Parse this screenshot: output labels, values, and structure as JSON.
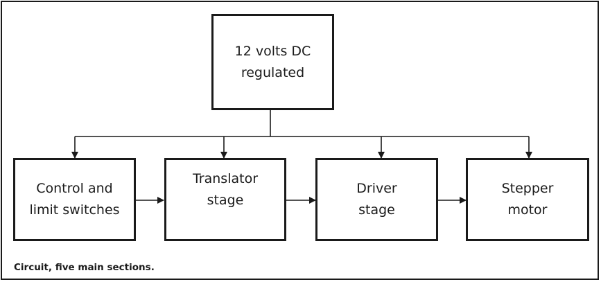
{
  "blocks": {
    "power": "12 volts DC\nregulated",
    "control": "Control and\nlimit switches",
    "translator": "Translator\nstage",
    "driver": "Driver\nstage",
    "motor": "Stepper\nmotor"
  },
  "caption": "Circuit, five main sections."
}
